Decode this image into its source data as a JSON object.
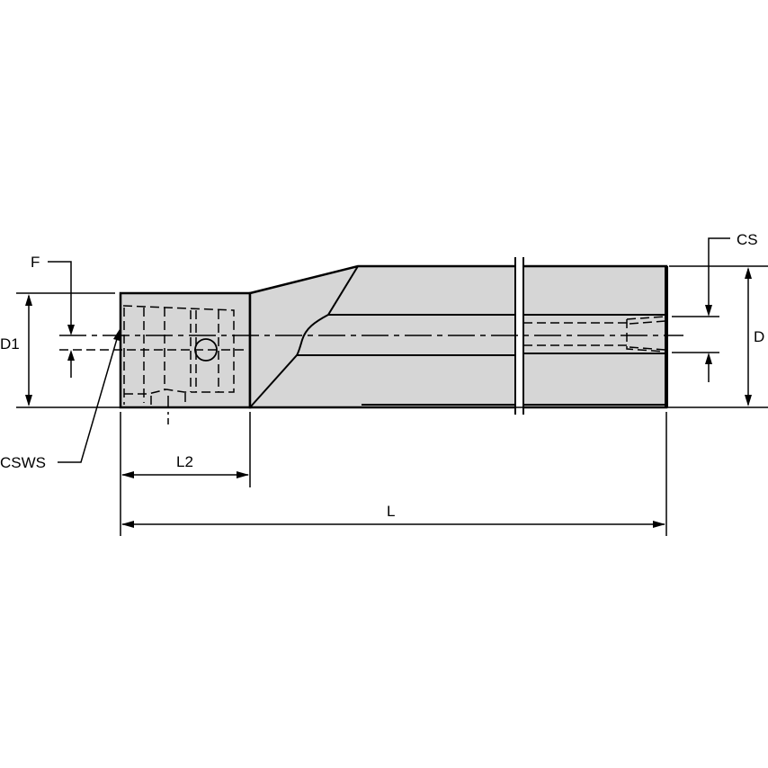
{
  "diagram": {
    "type": "technical-drawing",
    "subject": "boring bar / tool holder side view",
    "colors": {
      "body": "#d6d6d6",
      "line": "#000000",
      "background": "#ffffff"
    },
    "labels": {
      "F": "F",
      "D1": "D1",
      "CSWS": "CSWS",
      "L2": "L2",
      "L": "L",
      "CS": "CS",
      "D": "D"
    }
  }
}
